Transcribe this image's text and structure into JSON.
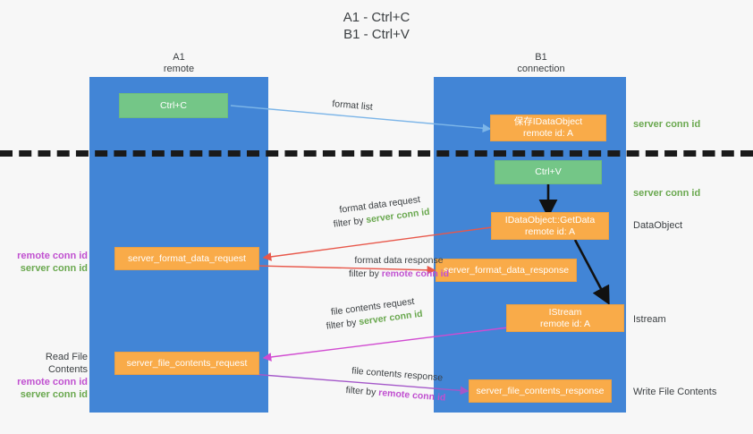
{
  "title": {
    "line1": "A1 - Ctrl+C",
    "line2": "B1 - Ctrl+V"
  },
  "columns": [
    {
      "name": "A1",
      "subtitle": "remote"
    },
    {
      "name": "B1",
      "subtitle": "connection"
    }
  ],
  "boxes": {
    "ctrl_c": "Ctrl+C",
    "ctrl_v": "Ctrl+V",
    "idataobject_title": "保存IDataObject",
    "idataobject_sub": "remote id: A",
    "getdata_title": "IDataObject::GetData",
    "getdata_sub": "remote id: A",
    "istream_title": "IStream",
    "istream_sub": "remote id: A",
    "server_format_data_request": "server_format_data_request",
    "server_format_data_response": "server_format_data_response",
    "server_file_contents_request": "server_file_contents_request",
    "server_file_contents_response": "server_file_contents_response"
  },
  "edges": {
    "format_list": "format list",
    "format_data_request": "format data request",
    "format_data_request_filter_prefix": "filter by ",
    "format_data_request_filter_value": "server conn id",
    "format_data_response": "format data response",
    "format_data_response_filter_prefix": "filter by ",
    "format_data_response_filter_value": "remote conn id",
    "file_contents_request": "file contents request",
    "file_contents_request_filter_prefix": "filter by ",
    "file_contents_request_filter_value": "server conn id",
    "file_contents_response": "file contents response",
    "file_contents_response_filter_prefix": "filter by ",
    "file_contents_response_filter_value": "remote conn id"
  },
  "right_labels": {
    "server_conn_id_top": "server conn id",
    "server_conn_id_mid": "server conn id",
    "dataobject": "DataObject",
    "istream": "Istream",
    "write_file_contents": "Write File Contents"
  },
  "left_labels": {
    "remote_conn_id_upper": "remote conn id",
    "server_conn_id_upper": "server conn id",
    "read_file_contents": "Read File Contents",
    "remote_conn_id_lower": "remote conn id",
    "server_conn_id_lower": "server conn id"
  },
  "colors": {
    "lane": "#4285d6",
    "orange": "#f9ab49",
    "green_box": "#74c687",
    "green_text": "#6aa84f",
    "purple_text": "#c050d0",
    "blue_arrow": "#7cb5e8",
    "red_arrow": "#e8574a",
    "magenta_arrow": "#d14bd1",
    "purple_arrow": "#a457c9",
    "black_arrow": "#111111",
    "background": "#f7f7f7"
  }
}
